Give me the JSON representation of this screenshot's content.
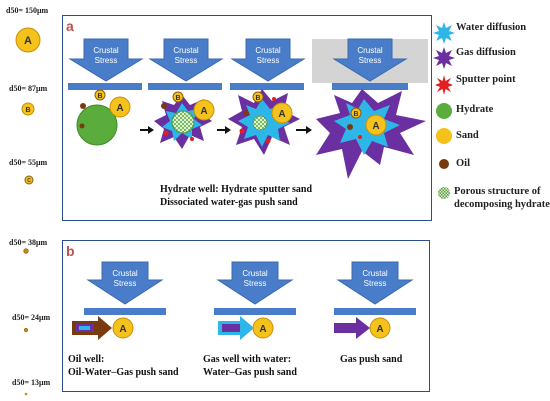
{
  "size_scale": {
    "labels": [
      "d50= 150μm",
      "d50= 87μm",
      "d50= 55μm",
      "d50= 38μm",
      "d50= 24μm",
      "d50= 13μm"
    ],
    "grain_A": "A",
    "grain_B": "B",
    "grain_C": "C"
  },
  "panel_a": {
    "label": "a",
    "stress_label": "Crustal Stress",
    "caption_line1": "Hydrate well: Hydrate sputter sand",
    "caption_line2": "Dissociated water-gas push sand"
  },
  "panel_b": {
    "label": "b",
    "stress_label": "Crustal Stress",
    "scenarios": [
      {
        "line1": "Oil well:",
        "line2": "Oil-Water–Gas push sand"
      },
      {
        "line1": "Gas well with water:",
        "line2": "Water–Gas push sand"
      },
      {
        "line1": "Gas push sand",
        "line2": ""
      }
    ]
  },
  "legend": {
    "items": [
      {
        "label": "Water diffusion",
        "icon": "water-diffusion-star-icon",
        "color": "#2fb6e8"
      },
      {
        "label": "Gas diffusion",
        "icon": "gas-diffusion-star-icon",
        "color": "#6a2fa0"
      },
      {
        "label": "Sputter point",
        "icon": "sputter-point-icon",
        "color": "#e02020"
      },
      {
        "label": "Hydrate",
        "icon": "hydrate-circle-icon",
        "color": "#5aad3c"
      },
      {
        "label": "Sand",
        "icon": "sand-circle-icon",
        "color": "#f5c21b"
      },
      {
        "label": "Oil",
        "icon": "oil-circle-icon",
        "color": "#7a3a10"
      },
      {
        "label": "Porous structure of decomposing  hydrate",
        "icon": "porous-hydrate-icon",
        "color": "#8fc77a"
      }
    ]
  }
}
